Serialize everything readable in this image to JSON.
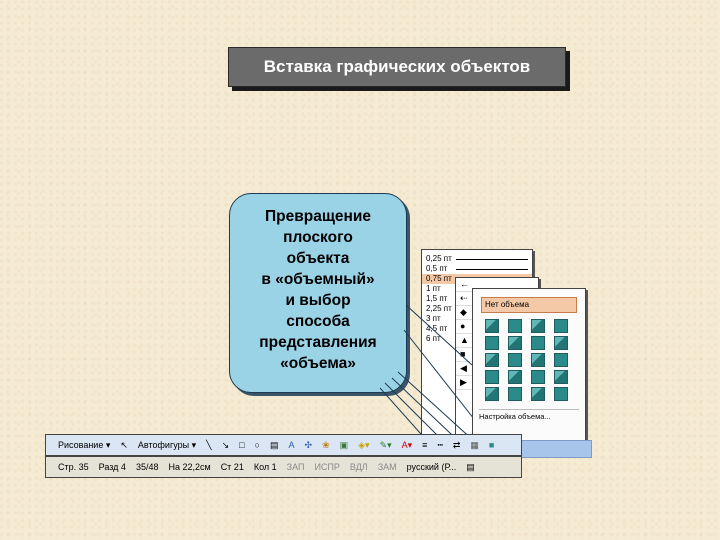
{
  "title": "Вставка графических объектов",
  "callout": {
    "lines": [
      "Превращение",
      "плоского",
      "объекта",
      "в «объемный»",
      "и выбор",
      "способа",
      "представления",
      "«объема»"
    ]
  },
  "line_panel": {
    "items": [
      "0,25 пт",
      "0,5 пт",
      "0,75 пт",
      "1 пт",
      "1,5 пт",
      "2,25 пт",
      "3 пт",
      "4,5 пт",
      "6 пт"
    ],
    "selected_index": 2
  },
  "volume_panel": {
    "header": "Нет объема",
    "footer": "Настройка объема..."
  },
  "drawing_toolbar": {
    "draw_label": "Рисование",
    "autoshapes_label": "Автофигуры"
  },
  "status_bar": {
    "page": "Стр. 35",
    "section": "Разд 4",
    "pages": "35/48",
    "position": "На 22,2см",
    "line": "Ст 21",
    "col": "Кол 1",
    "rec": "ЗАП",
    "trk": "ИСПР",
    "ext": "ВДЛ",
    "ovr": "ЗАМ",
    "language": "русский (Р..."
  }
}
